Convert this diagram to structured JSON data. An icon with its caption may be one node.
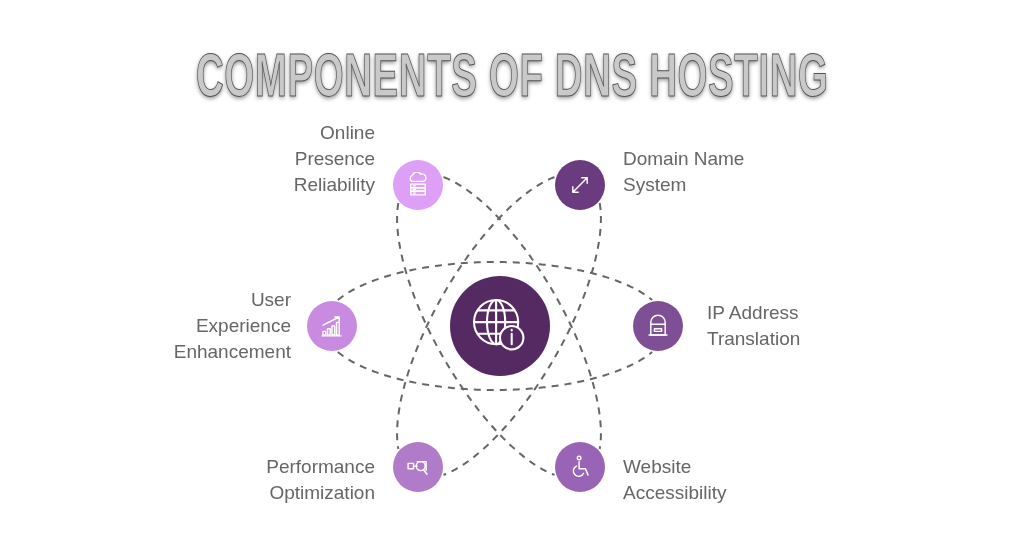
{
  "diagram": {
    "title": "COMPONENTS OF DNS HOSTING",
    "nodes": [
      {
        "text": [],
        "shape": "circle",
        "beside": [
          "Online Presence Reliability"
        ]
      },
      {
        "text": [],
        "shape": "circle",
        "beside": [
          "Domain Name System"
        ]
      },
      {
        "text": [],
        "shape": "circle",
        "beside": [
          "User Experience Enhancement"
        ]
      },
      {
        "text": [],
        "shape": "circle"
      },
      {
        "text": [],
        "shape": "circle",
        "beside": [
          "IP Address Translation"
        ]
      },
      {
        "text": [],
        "shape": "circle",
        "beside": [
          "Performance Optimization"
        ]
      },
      {
        "text": [],
        "shape": "circle",
        "beside": [
          "Website Accessibility"
        ]
      }
    ],
    "edges": [
      {
        "from": 2,
        "to": 4,
        "arrow": "none",
        "style": "dashed"
      },
      {
        "from": 2,
        "to": 4,
        "arrow": "none",
        "style": "dashed"
      },
      {
        "from": 0,
        "to": 6,
        "arrow": "none",
        "style": "dashed"
      },
      {
        "from": 0,
        "to": 6,
        "arrow": "none",
        "style": "dashed"
      },
      {
        "from": 1,
        "to": 5,
        "arrow": "none",
        "style": "dashed"
      },
      {
        "from": 1,
        "to": 5,
        "arrow": "none",
        "style": "dashed"
      }
    ]
  }
}
